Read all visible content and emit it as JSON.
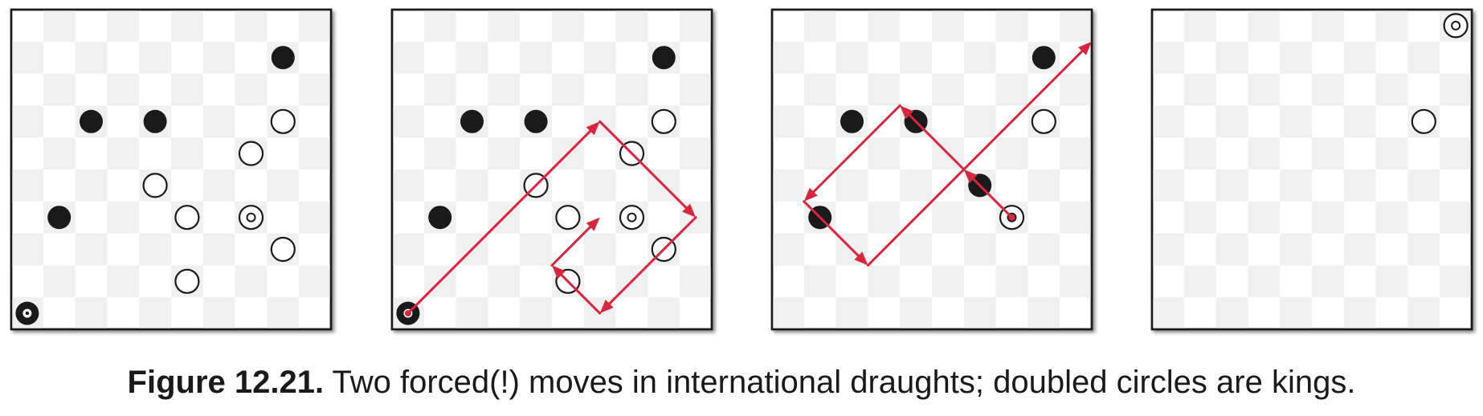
{
  "figure": {
    "label": "Figure 12.21.",
    "text": "Two forced(!) moves in international draughts; doubled circles are kings."
  },
  "colors": {
    "light_square": "#ffffff",
    "dark_square": "#f0f0f0",
    "frame": "#1a1a1a",
    "piece_black": "#1a1a1a",
    "piece_white": "#ffffff",
    "arrow": "#d7263d"
  },
  "boards": [
    {
      "pieces": [
        {
          "type": "black",
          "col": 8,
          "row": 1
        },
        {
          "type": "black",
          "col": 2,
          "row": 3
        },
        {
          "type": "black",
          "col": 4,
          "row": 3
        },
        {
          "type": "white",
          "col": 8,
          "row": 3
        },
        {
          "type": "white",
          "col": 7,
          "row": 4
        },
        {
          "type": "white",
          "col": 4,
          "row": 5
        },
        {
          "type": "black",
          "col": 1,
          "row": 6
        },
        {
          "type": "white",
          "col": 5,
          "row": 6
        },
        {
          "type": "white-king",
          "col": 7,
          "row": 6
        },
        {
          "type": "white",
          "col": 8,
          "row": 7
        },
        {
          "type": "white",
          "col": 5,
          "row": 8
        },
        {
          "type": "black-king",
          "col": 0,
          "row": 9
        }
      ],
      "arrows": []
    },
    {
      "pieces": [
        {
          "type": "black",
          "col": 8,
          "row": 1
        },
        {
          "type": "black",
          "col": 2,
          "row": 3
        },
        {
          "type": "black",
          "col": 4,
          "row": 3
        },
        {
          "type": "white",
          "col": 8,
          "row": 3
        },
        {
          "type": "white",
          "col": 7,
          "row": 4
        },
        {
          "type": "white",
          "col": 4,
          "row": 5
        },
        {
          "type": "black",
          "col": 1,
          "row": 6
        },
        {
          "type": "white",
          "col": 5,
          "row": 6
        },
        {
          "type": "white-king",
          "col": 7,
          "row": 6
        },
        {
          "type": "white",
          "col": 8,
          "row": 7
        },
        {
          "type": "white",
          "col": 5,
          "row": 8
        },
        {
          "type": "black-king",
          "col": 0,
          "row": 9
        }
      ],
      "arrows": [
        [
          [
            0,
            9
          ],
          [
            6,
            3
          ]
        ],
        [
          [
            6,
            3
          ],
          [
            9,
            6
          ]
        ],
        [
          [
            9,
            6
          ],
          [
            6,
            9
          ]
        ],
        [
          [
            6,
            9
          ],
          [
            4.5,
            7.5
          ]
        ],
        [
          [
            4.5,
            7.5
          ],
          [
            6,
            6
          ]
        ]
      ]
    },
    {
      "pieces": [
        {
          "type": "black",
          "col": 8,
          "row": 1
        },
        {
          "type": "black",
          "col": 2,
          "row": 3
        },
        {
          "type": "black",
          "col": 4,
          "row": 3
        },
        {
          "type": "white",
          "col": 8,
          "row": 3
        },
        {
          "type": "black",
          "col": 6,
          "row": 5
        },
        {
          "type": "black",
          "col": 1,
          "row": 6
        },
        {
          "type": "white-king",
          "col": 7,
          "row": 6
        }
      ],
      "arrows": [
        [
          [
            7,
            6
          ],
          [
            5.5,
            4.5
          ]
        ],
        [
          [
            5.5,
            4.5
          ],
          [
            3.5,
            2.5
          ]
        ],
        [
          [
            3.5,
            2.5
          ],
          [
            0.5,
            5.5
          ]
        ],
        [
          [
            0.5,
            5.5
          ],
          [
            2.5,
            7.5
          ]
        ],
        [
          [
            2.5,
            7.5
          ],
          [
            9.5,
            0.5
          ]
        ]
      ]
    },
    {
      "pieces": [
        {
          "type": "white-king",
          "col": 9,
          "row": 0
        },
        {
          "type": "white",
          "col": 8,
          "row": 3
        }
      ],
      "arrows": []
    }
  ]
}
